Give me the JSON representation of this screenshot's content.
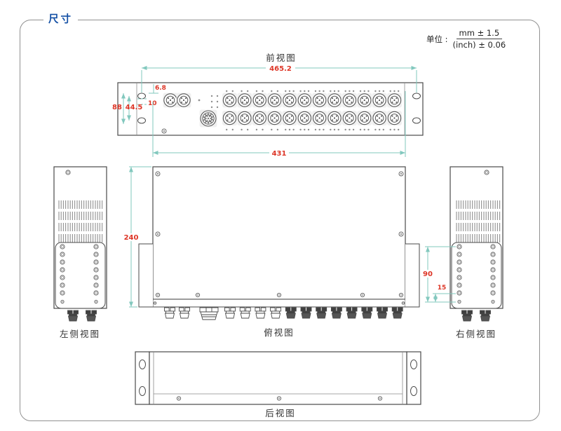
{
  "panel": {
    "title": "尺寸"
  },
  "units": {
    "label": "单位 :",
    "mm": "mm ± 1.5",
    "inch": "(inch) ± 0.06"
  },
  "views": {
    "front": "前视图",
    "left": "左侧视图",
    "top": "俯视图",
    "right": "右侧视图",
    "rear": "后视图"
  },
  "dimensions": {
    "front_width_outer": "465.2",
    "front_ear_offset": "6.8",
    "front_hole_offset": "10",
    "front_height": "88",
    "front_hole_spacing": "44.5",
    "front_width_inner": "431",
    "top_depth": "240",
    "side_screw_span": "90",
    "side_screw_offset": "15"
  },
  "colors": {
    "accent_blue": "#1450a5",
    "dimension_red": "#dd3526",
    "dimension_teal": "#82c8be",
    "line_gray": "#4a4a4a"
  }
}
